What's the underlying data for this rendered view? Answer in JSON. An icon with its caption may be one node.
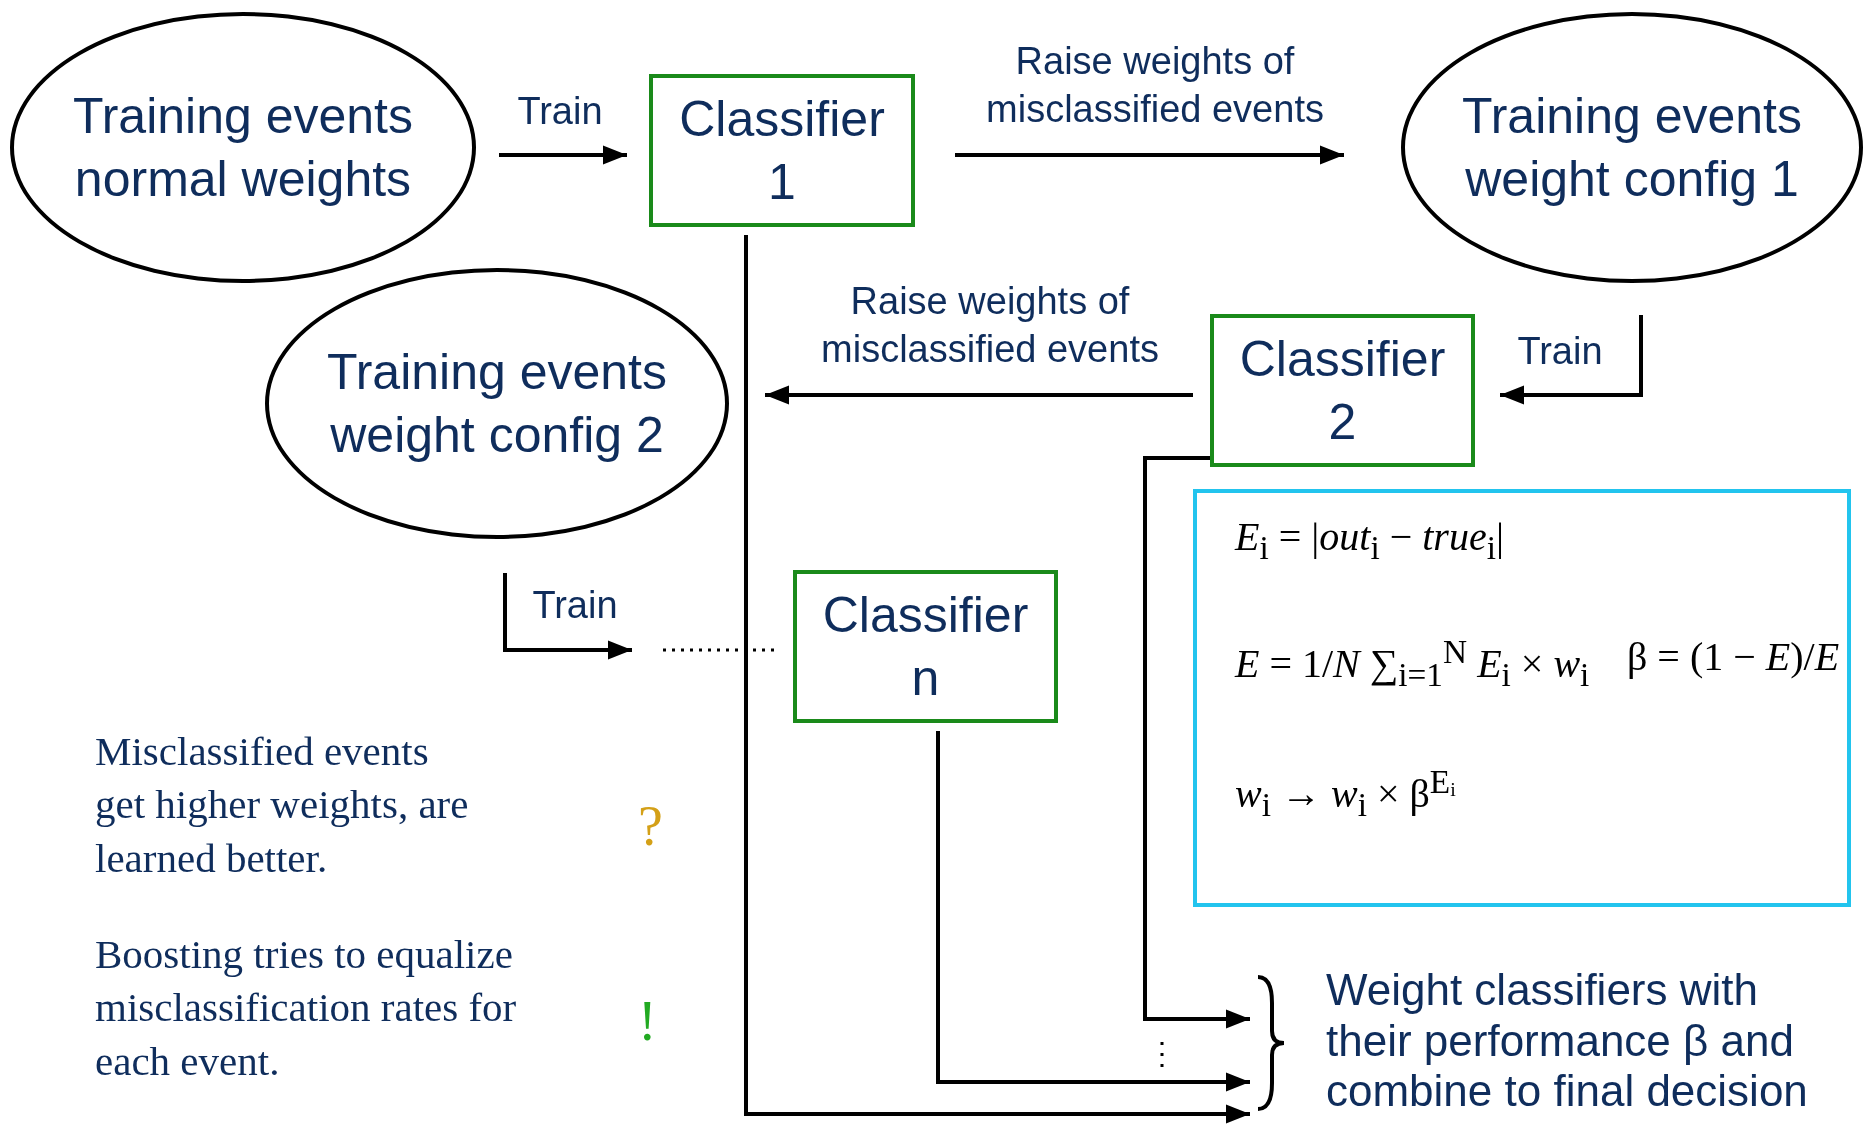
{
  "diagram": {
    "nodes": [
      {
        "text": [
          "Training events normal weights"
        ]
      },
      {
        "text": [
          "Classifier 1"
        ]
      },
      {
        "text": [
          "Training events weight config 1"
        ]
      },
      {
        "text": [
          "Classifier 2"
        ]
      },
      {
        "text": [
          "Training events weight config 2"
        ]
      },
      {
        "text": [
          "Classifier n"
        ]
      },
      {
        "text": [
          "*E*$_{i}$ = |*out*$_{i}$ − *true*$_{i}$|",
          "*E* = 1/*N* ∑$_{i=1}$$^{N}$ *E*$_{i}$ × *w*$_{i}$",
          "β = (1 − *E*)/*E*",
          "*w*$_{i}$ → *w*$_{i}$ × β$^{Eᵢ}$"
        ]
      },
      {
        "text": [
          "Weight classifiers with their performance β and combine to final decision"
        ]
      }
    ],
    "edges": [
      {
        "from": 0,
        "to": 1,
        "arrow": "to",
        "label": "Train"
      },
      {
        "from": 1,
        "to": 2,
        "arrow": "to",
        "label": "Raise weights of misclassified events"
      },
      {
        "from": 2,
        "to": 3,
        "arrow": "to",
        "label": "Train"
      },
      {
        "from": 3,
        "to": 4,
        "arrow": "to",
        "label": "Raise weights of misclassified events"
      },
      {
        "from": 4,
        "to": null,
        "arrow": "to",
        "label": "Train"
      },
      {
        "from": 3,
        "to": 7,
        "arrow": "to"
      },
      {
        "from": 5,
        "to": 7,
        "arrow": "to"
      },
      {
        "from": 1,
        "to": 7,
        "arrow": "to"
      }
    ],
    "labels": [
      "Misclassified events get higher weights, are learned better.",
      "?",
      "Boosting tries to equalize misclassification rates for each event.",
      "!"
    ]
  }
}
